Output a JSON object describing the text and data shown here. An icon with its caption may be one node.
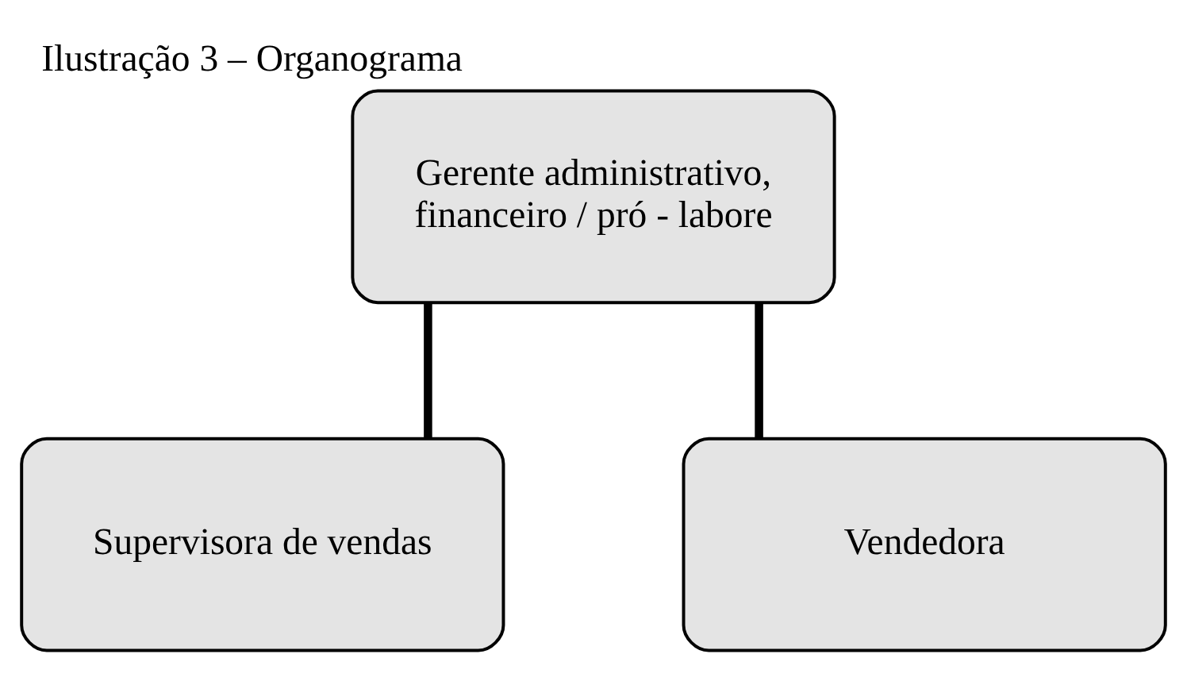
{
  "diagram": {
    "title": "Ilustração 3 – Organograma",
    "nodes": [
      {
        "text": [
          "Gerente administrativo, financeiro / pró - labore"
        ]
      },
      {
        "text": [
          "Supervisora de vendas"
        ]
      },
      {
        "text": [
          "Vendedora"
        ]
      }
    ],
    "edges": [
      {
        "from": 0,
        "to": 1,
        "arrow": "none"
      },
      {
        "from": 0,
        "to": 2,
        "arrow": "none"
      }
    ]
  }
}
